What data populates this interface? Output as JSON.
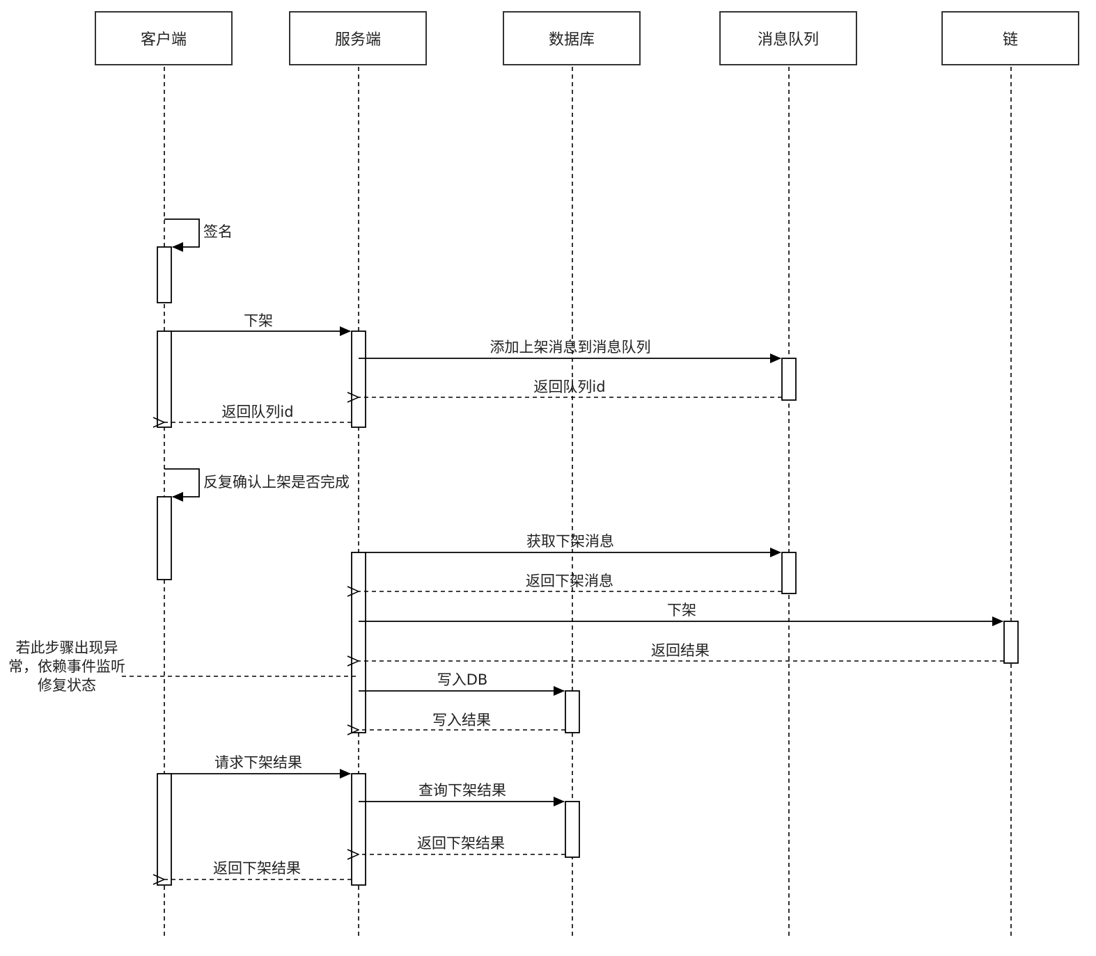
{
  "participants": [
    {
      "name": "客户端"
    },
    {
      "name": "服务端"
    },
    {
      "name": "数据库"
    },
    {
      "name": "消息队列"
    },
    {
      "name": "链"
    }
  ],
  "messages": {
    "sign": "签名",
    "delist_request": "下架",
    "add_to_queue": "添加上架消息到消息队列",
    "return_queue_id_mq": "返回队列id",
    "return_queue_id_client": "返回队列id",
    "confirm_loop": "反复确认上架是否完成",
    "fetch_delist_msg": "获取下架消息",
    "return_delist_msg": "返回下架消息",
    "delist_chain": "下架",
    "return_result": "返回结果",
    "write_db": "写入DB",
    "write_result": "写入结果",
    "request_delist_result": "请求下架结果",
    "query_delist_result": "查询下架结果",
    "return_delist_result_db": "返回下架结果",
    "return_delist_result_client": "返回下架结果"
  },
  "note": "若此步骤出现异常，依赖事件监听修复状态"
}
